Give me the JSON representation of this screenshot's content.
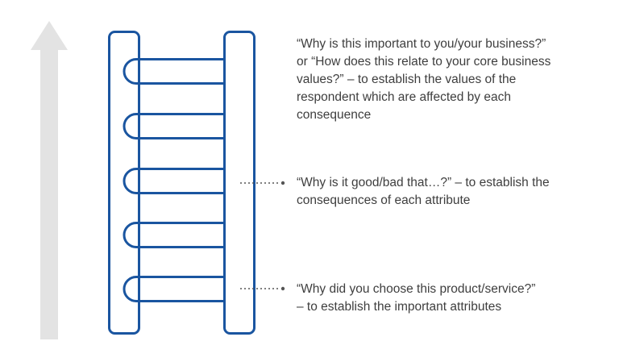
{
  "colors": {
    "ladder_stroke": "#1a55a0",
    "arrow_fill": "#e3e3e3",
    "text": "#3e3e3e",
    "connector": "#555555"
  },
  "icons": {
    "arrow": "up-arrow-icon",
    "ladder": "ladder-icon"
  },
  "ladder": {
    "rung_count": 5
  },
  "notes": {
    "values": "“Why is this important to you/your business?”\nor “How does this relate to your core business\nvalues?”  – to establish the values of the\nrespondent which are affected by each\nconsequence",
    "consequences": "“Why is it good/bad that…?”  – to establish the\nconsequences of each attribute",
    "attributes": "“Why did you choose this product/service?”\n– to establish the important attributes"
  }
}
